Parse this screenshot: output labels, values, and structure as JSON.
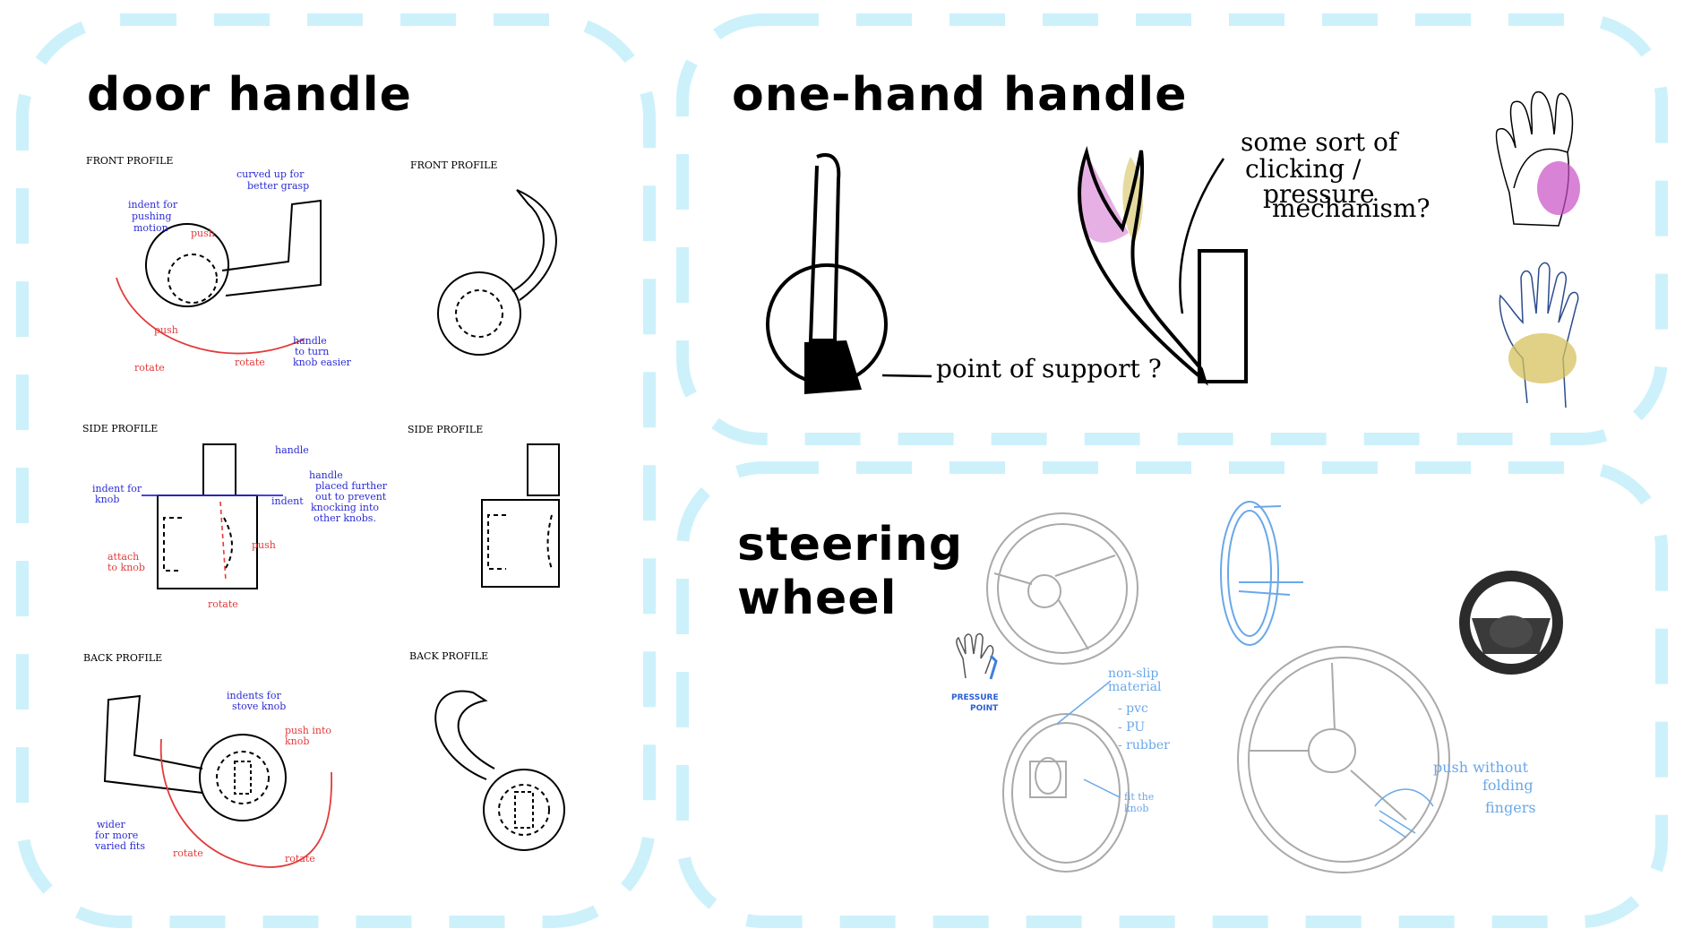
{
  "panels": {
    "door_handle": {
      "title": "door handle",
      "front_label": "FRONT PROFILE",
      "side_label": "SIDE PROFILE",
      "back_label": "BACK PROFILE",
      "front_right_label": "FRONT PROFILE",
      "side_right_label": "SIDE PROFILE",
      "back_right_label": "BACK PROFILE",
      "notes": {
        "curved_up": [
          "curved up for",
          "better grasp"
        ],
        "indent_pushing": [
          "indent for",
          "pushing",
          "motion"
        ],
        "push_top": "push",
        "push_bottom": "push",
        "rotate_left": "rotate",
        "rotate_right": "rotate",
        "handle_turn": [
          "handle",
          "to turn",
          "knob easier"
        ],
        "handle_side": "handle",
        "indent_knob": [
          "indent for",
          "knob"
        ],
        "handle_placed": [
          "handle",
          "placed further",
          "out to prevent",
          "knocking into",
          "other knobs."
        ],
        "indent_side": "indent",
        "attach_knob": [
          "attach",
          "to knob"
        ],
        "push_side": "push",
        "rotate_side": "rotate",
        "indents_stove": [
          "indents for",
          "stove knob"
        ],
        "push_into_knob": [
          "push into",
          "knob"
        ],
        "wider": [
          "wider",
          "for more",
          "varied fits"
        ],
        "rotate_back_left": "rotate",
        "rotate_back_right": "rotate"
      }
    },
    "one_hand_handle": {
      "title": "one-hand handle",
      "note_mechanism": [
        "some sort of",
        "clicking /",
        "pressure",
        "mechanism?"
      ],
      "note_support": "point of support ?"
    },
    "steering_wheel": {
      "title_line1": "steering",
      "title_line2": "wheel",
      "pressure_label": [
        "PRESSURE",
        "POINT"
      ],
      "material_note": [
        "non-slip",
        "material",
        "- pvc",
        "- PU",
        "- rubber"
      ],
      "fit_note": [
        "fit the",
        "knob"
      ],
      "push_note": [
        "push without",
        "folding",
        "fingers"
      ]
    }
  },
  "colors": {
    "frame": "#cdf1fb",
    "blue_ink": "#2b2bd6",
    "red_ink": "#e23b3b",
    "magenta": "#c94fc4",
    "mustard": "#d6c25e",
    "sketch_blue": "#6aa8e8"
  }
}
